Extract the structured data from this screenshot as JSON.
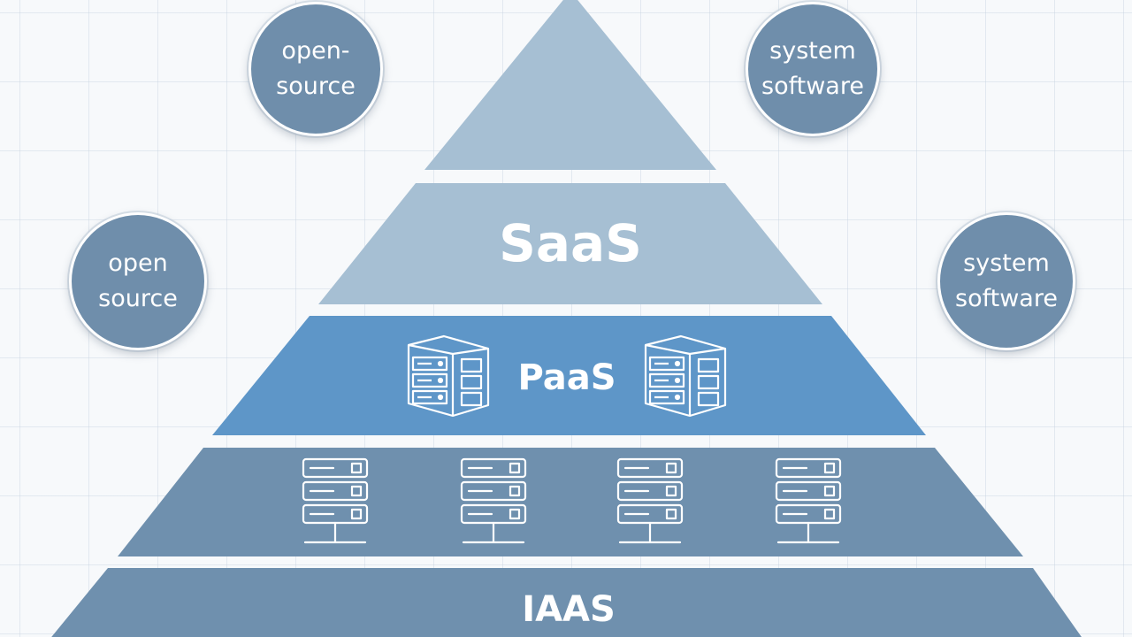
{
  "diagram": {
    "tiers": [
      {
        "id": "top",
        "label": "",
        "color": "#a6bfd3"
      },
      {
        "id": "saas",
        "label": "SaaS",
        "color": "#a6bfd3"
      },
      {
        "id": "paas",
        "label": "PaaS",
        "color": "#5e96c8"
      },
      {
        "id": "servers",
        "label": "",
        "color": "#6f90ae"
      },
      {
        "id": "iaas",
        "label": "IAAS",
        "color": "#6f90ae"
      }
    ],
    "bubbles": [
      {
        "id": "top-left",
        "text": "open-\nsource"
      },
      {
        "id": "top-right",
        "text": "system\nsoftware"
      },
      {
        "id": "mid-left",
        "text": "open\nsource"
      },
      {
        "id": "mid-right",
        "text": "system\nsoftware"
      }
    ],
    "icons": {
      "paas": [
        "server-stack-icon",
        "server-stack-icon"
      ],
      "servers": [
        "server-rack-icon",
        "server-rack-icon",
        "server-rack-icon",
        "server-rack-icon"
      ]
    },
    "colors": {
      "bubble": "#6f8eab",
      "background": "#f7f9fb",
      "divider": "#ffffff"
    }
  }
}
